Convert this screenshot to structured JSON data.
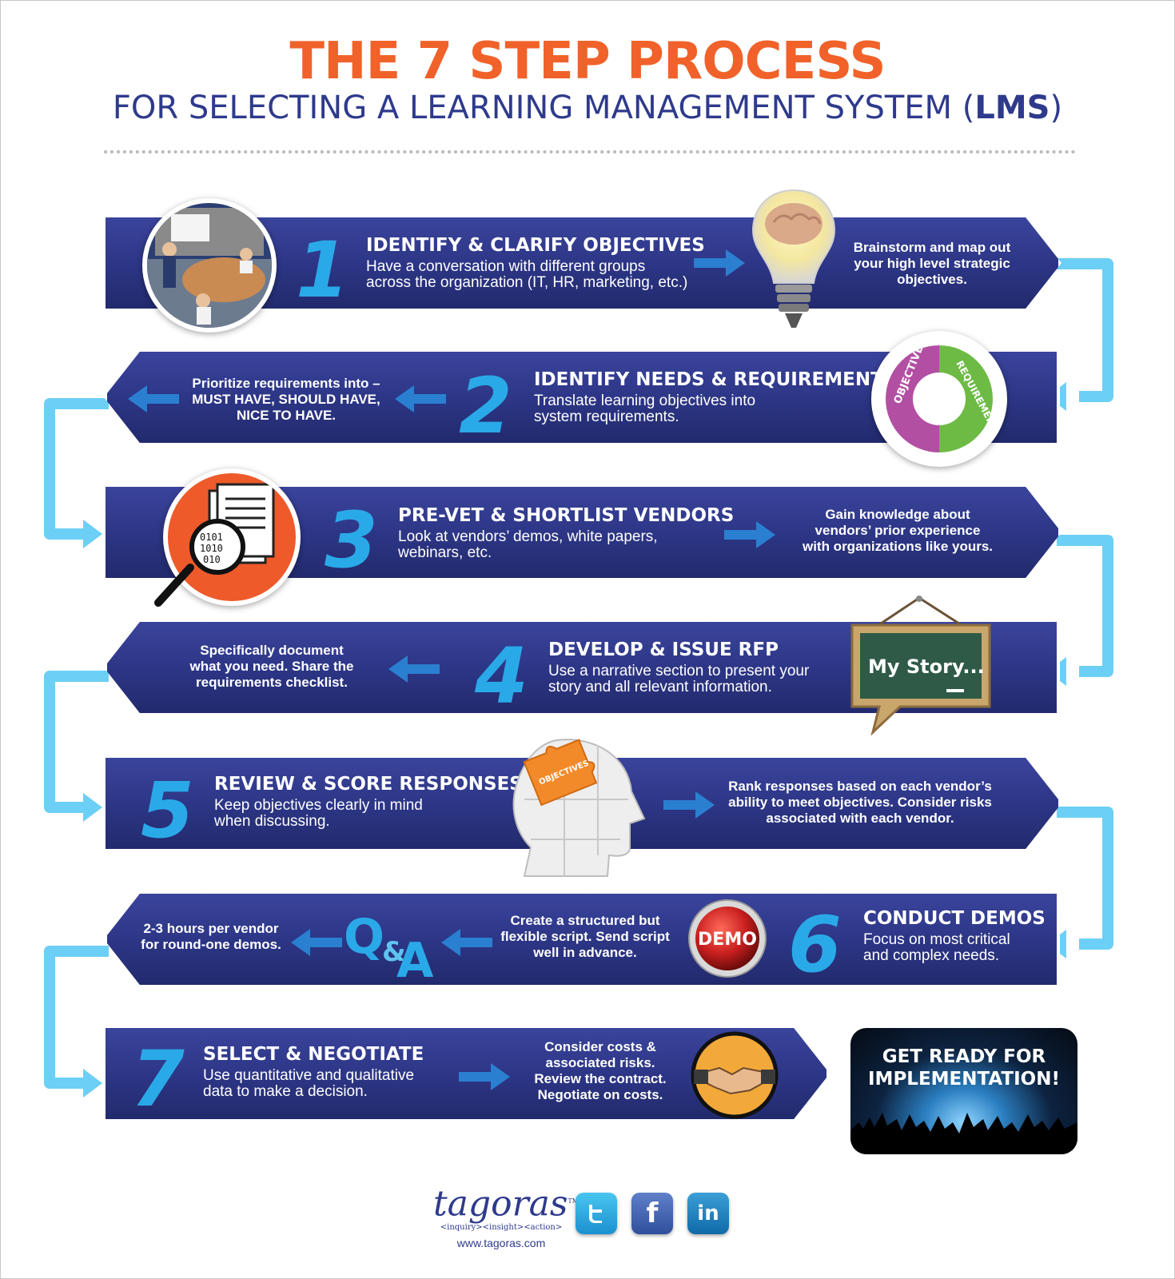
{
  "header": {
    "title": "THE 7 STEP PROCESS",
    "subtitle_main": "FOR SELECTING A LEARNING MANAGEMENT SYSTEM (",
    "subtitle_bold": "LMS",
    "subtitle_end": ")"
  },
  "steps": [
    {
      "number": "1",
      "title": "IDENTIFY & CLARIFY OBJECTIVES",
      "desc_line1": "Have a conversation with different groups",
      "desc_line2": "across the organization (IT, HR, marketing, etc.)",
      "note_line1": "Brainstorm and map out",
      "note_line2": "your high level strategic",
      "note_line3": "objectives."
    },
    {
      "number": "2",
      "title": "IDENTIFY NEEDS & REQUIREMENTS",
      "desc_line1": "Translate learning objectives into",
      "desc_line2": "system requirements.",
      "note_line1": "Prioritize requirements into –",
      "note_line2": "MUST HAVE, SHOULD HAVE,",
      "note_line3": "NICE TO HAVE.",
      "cycle_label_a": "OBJECTIVES",
      "cycle_label_b": "REQUIREMENTS"
    },
    {
      "number": "3",
      "title": "PRE-VET & SHORTLIST VENDORS",
      "desc_line1": "Look at vendors’ demos, white papers,",
      "desc_line2": "webinars, etc.",
      "note_line1": "Gain knowledge about",
      "note_line2": "vendors’ prior experience",
      "note_line3": "with organizations like yours.",
      "binary_1": "0101",
      "binary_2": "1010",
      "binary_3": "010"
    },
    {
      "number": "4",
      "title": "DEVELOP & ISSUE RFP",
      "desc_line1": "Use a narrative section to present your",
      "desc_line2": "story and all relevant information.",
      "note_line1": "Specifically document",
      "note_line2": "what you need. Share the",
      "note_line3": "requirements checklist.",
      "chalkboard": "My Story..."
    },
    {
      "number": "5",
      "title": "REVIEW & SCORE RESPONSES",
      "desc_line1": "Keep objectives clearly in mind",
      "desc_line2": "when discussing.",
      "note_line1": "Rank responses based on each vendor’s",
      "note_line2": "ability to meet objectives.  Consider risks",
      "note_line3": "associated with each vendor.",
      "puzzle_label": "OBJECTIVES"
    },
    {
      "number": "6",
      "title": "CONDUCT DEMOS",
      "desc_line1": "Focus on most critical",
      "desc_line2": "and complex needs.",
      "note_line1": "Create a structured but",
      "note_line2": "flexible script.  Send script",
      "note_line3": "well in advance.",
      "note2_line1": "2-3 hours per vendor",
      "note2_line2": "for round-one demos.",
      "demo_button": "DEMO",
      "qa_q": "Q",
      "qa_amp": "&",
      "qa_a": "A"
    },
    {
      "number": "7",
      "title": "SELECT & NEGOTIATE",
      "desc_line1": "Use quantitative and qualitative",
      "desc_line2": "data to make a decision.",
      "note_line1": "Consider costs &",
      "note_line2": "associated risks.",
      "note_line3": "Review the contract.",
      "note_line4": "Negotiate on costs."
    }
  ],
  "final": {
    "line1": "GET READY FOR",
    "line2": "IMPLEMENTATION!"
  },
  "footer": {
    "logo": "tagoras",
    "tm": "TM",
    "tag1": "<inquiry>",
    "tag2": "<insight>",
    "tag3": "<action>",
    "url": "www.tagoras.com",
    "social": [
      "twitter-icon",
      "facebook-icon",
      "linkedin-icon"
    ],
    "fb_glyph": "f",
    "in_glyph": "in"
  },
  "colors": {
    "title": "#f0622a",
    "navy": "#2e3a8c",
    "band": "#2c3584",
    "accent": "#2aa9e8",
    "connector": "#6ccff6"
  }
}
